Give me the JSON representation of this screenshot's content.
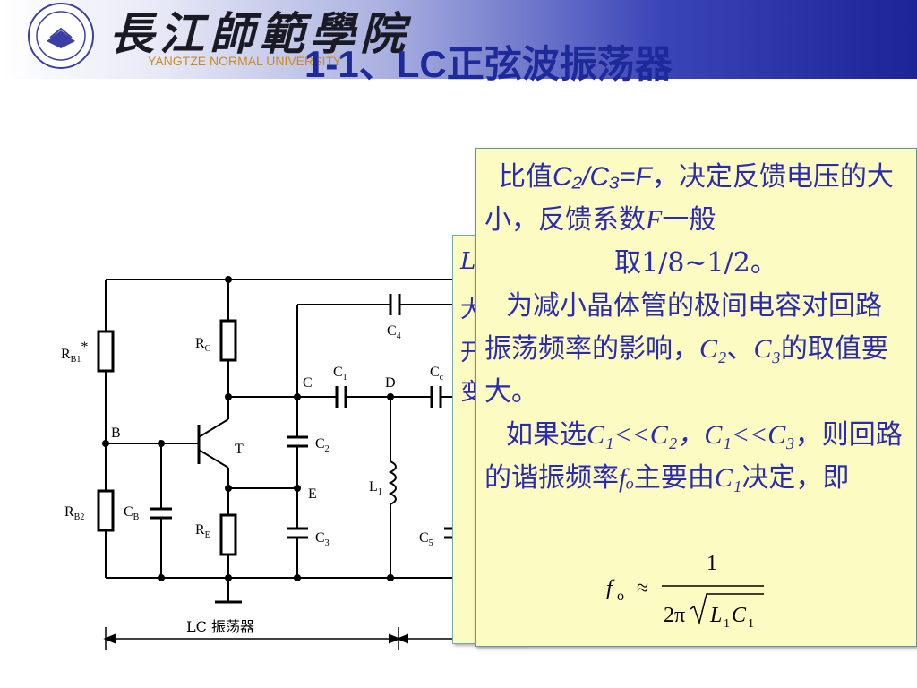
{
  "header": {
    "university_cn": "長江師範學院",
    "university_en": "YANGTZE NORMAL UNIVERSITY",
    "title": "1-1、LC正弦波振荡器"
  },
  "circuit": {
    "labels": {
      "rb1": "R",
      "rb1_sub": "B1",
      "rb1_star": "*",
      "rb2": "R",
      "rb2_sub": "B2",
      "rc": "R",
      "rc_sub": "C",
      "re": "R",
      "re_sub": "E",
      "cb": "C",
      "cb_sub": "B",
      "c1": "C",
      "c1_sub": "1",
      "c2": "C",
      "c2_sub": "2",
      "c3": "C",
      "c3_sub": "3",
      "c4": "C",
      "c4_sub": "4",
      "c5": "C",
      "c5_sub": "5",
      "cc": "C",
      "cc_sub": "c",
      "l1": "L",
      "l1_sub": "1",
      "node_b": "B",
      "node_c": "C",
      "node_d": "D",
      "node_e": "E",
      "transistor": "T"
    },
    "caption": "LC 振荡器"
  },
  "back_box": {
    "fragments": [
      "L",
      "大",
      "开",
      "变"
    ]
  },
  "note": {
    "p1_pre": "比值",
    "p1_ratio": "C₂/C₃=F",
    "p1_rest": "，决定反馈电压的大小，反馈系数",
    "p1_f": "F",
    "p1_tail": "一般",
    "p1_line3": "取1/8~1/2。",
    "p2_a": "为减小晶体管的极间电容对回路振荡频率的影响，",
    "p2_c2": "C₂",
    "p2_sep": "、",
    "p2_c3": "C₃",
    "p2_tail": "的取值要大。",
    "p3_a": "如果选",
    "p3_cond": "C₁<<C₂，C₁<<C₃",
    "p3_b": "，则回路的谐振频率",
    "p3_fo": "fₒ",
    "p3_c": "主要由",
    "p3_c1": "C₁",
    "p3_d": "决定，即"
  },
  "formula": {
    "lhs": "f",
    "lhs_sub": "o",
    "approx": "≈",
    "numerator": "1",
    "denom_pre": "2π",
    "denom_l": "L",
    "denom_l_sub": "1",
    "denom_c": "C",
    "denom_c_sub": "1"
  },
  "colors": {
    "text_blue": "#2b2bb0",
    "note_bg": "#fcfbc2",
    "title_blue": "#1f2a9a"
  }
}
